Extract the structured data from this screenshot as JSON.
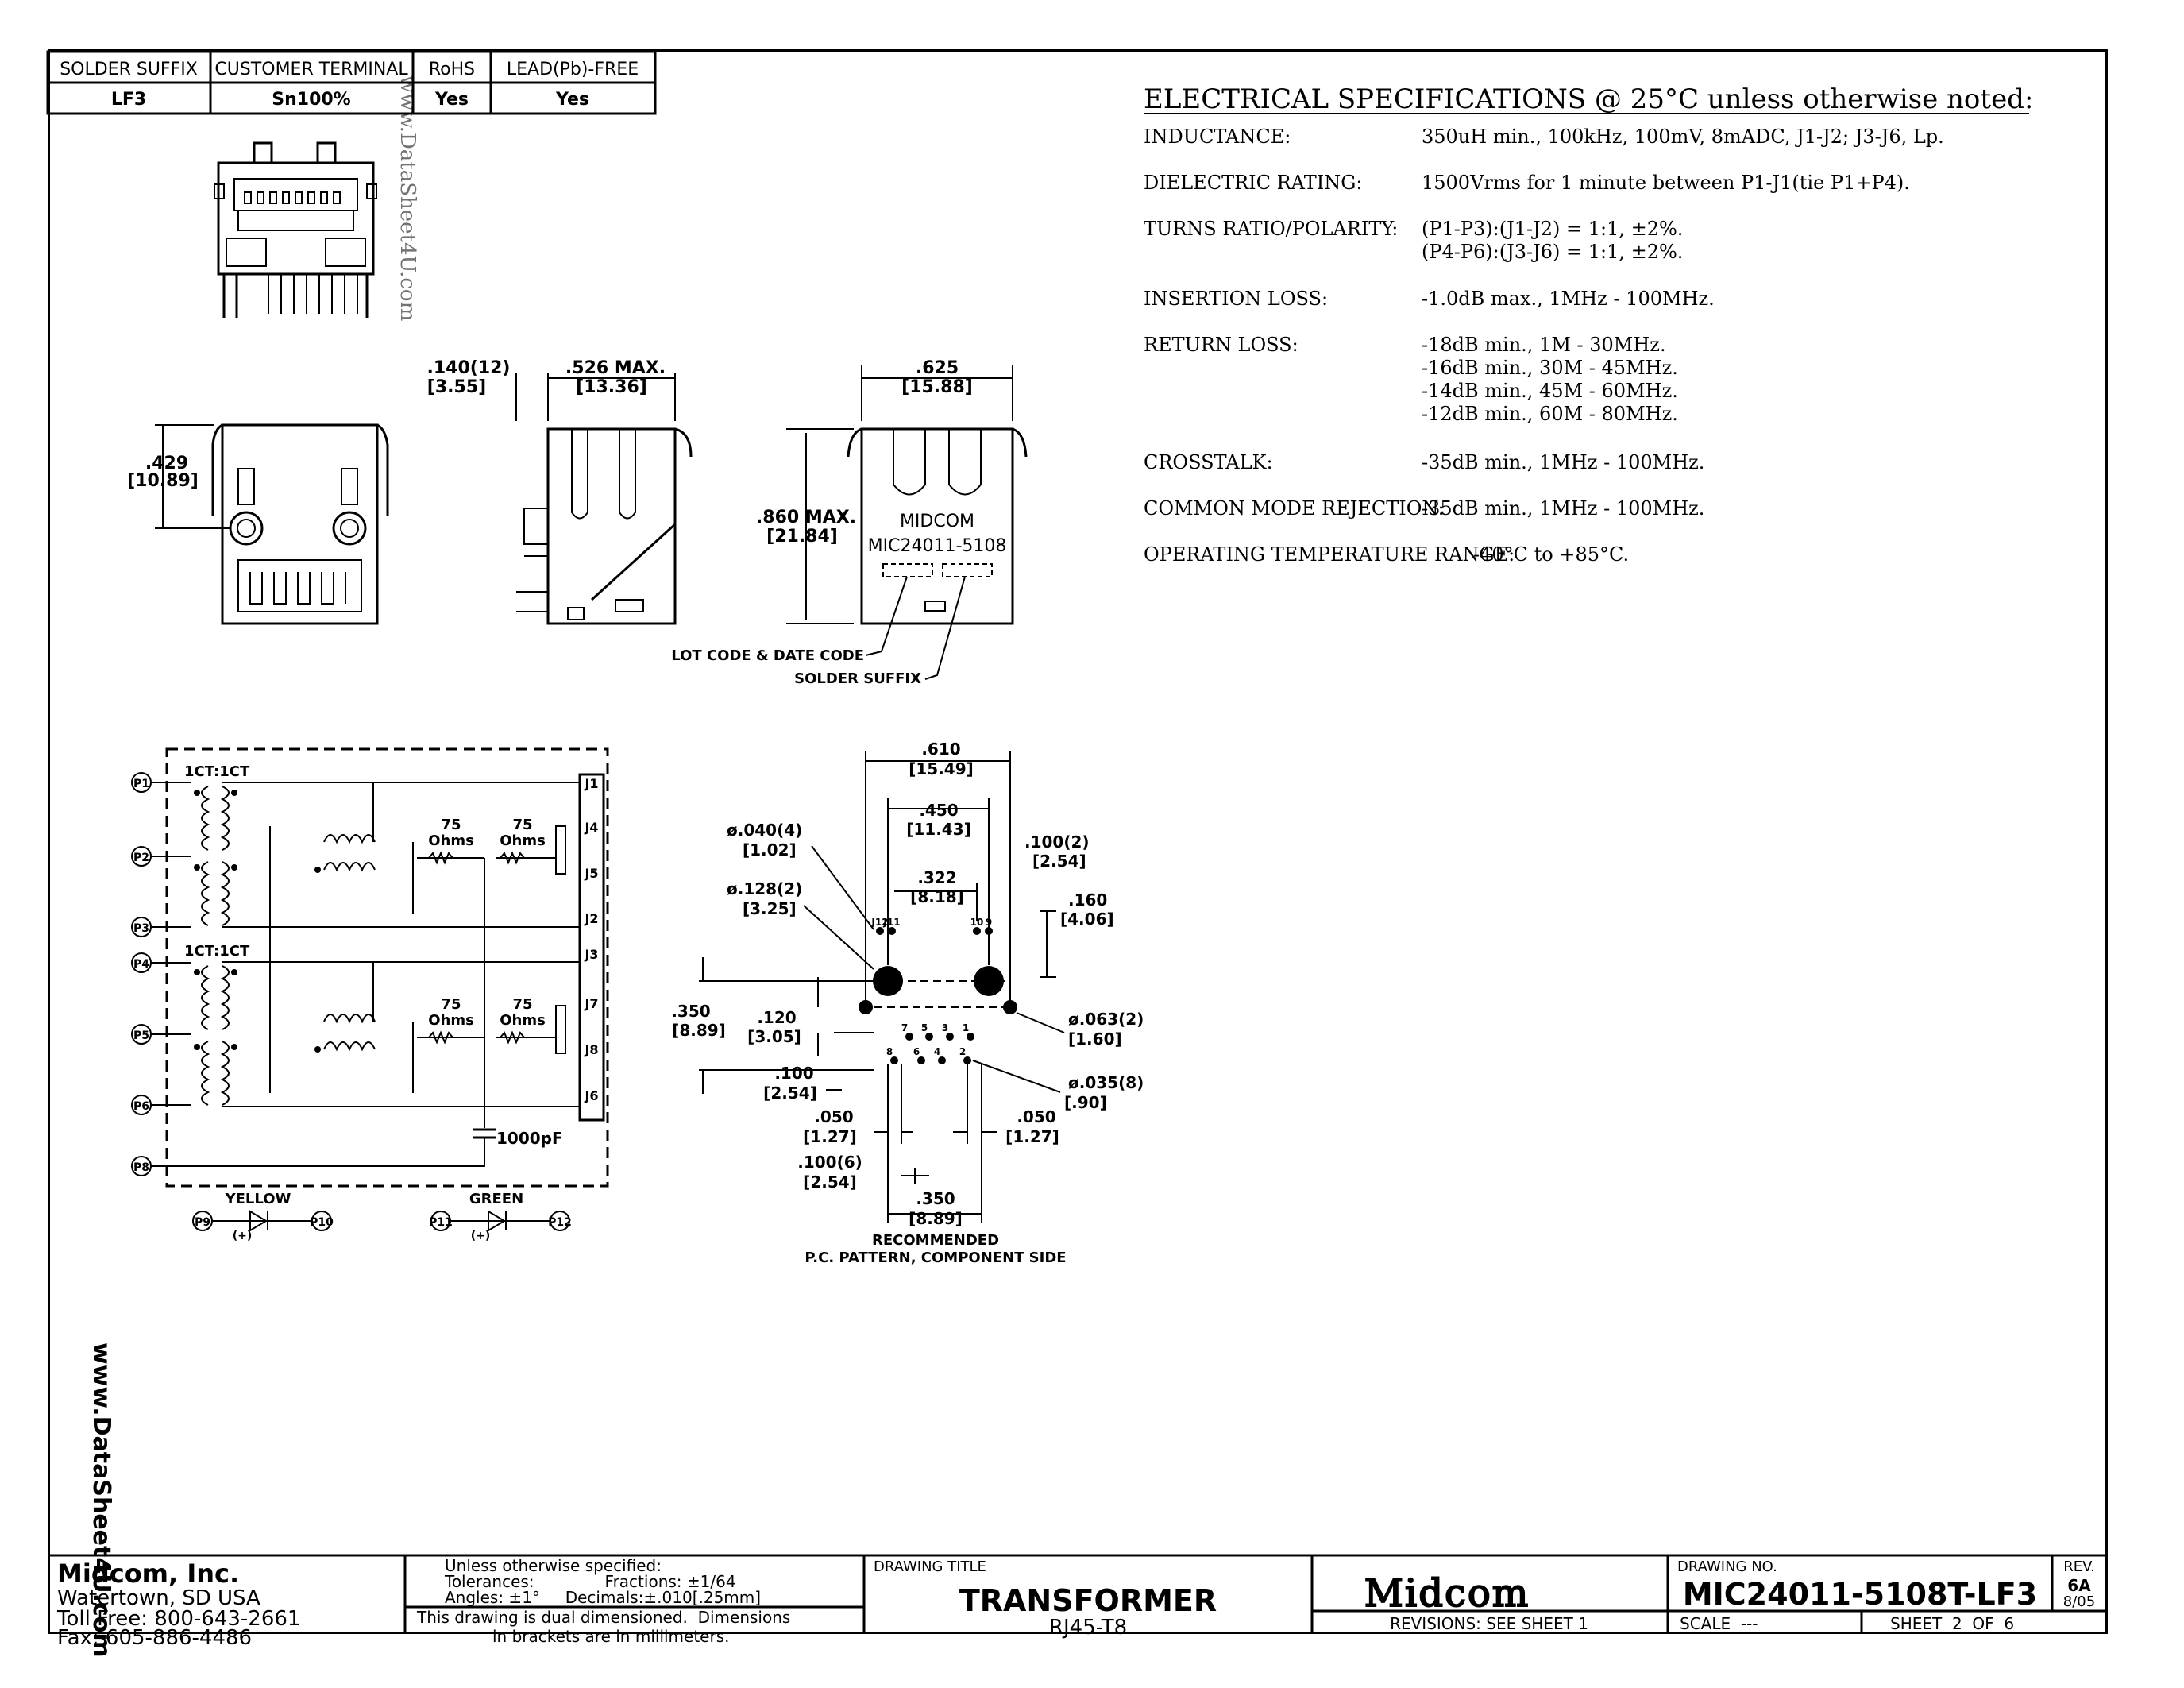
{
  "solder_table": {
    "headers": [
      "SOLDER SUFFIX",
      "CUSTOMER TERMINAL",
      "RoHS",
      "LEAD(Pb)-FREE"
    ],
    "row": [
      "LF3",
      "Sn100%",
      "Yes",
      "Yes"
    ]
  },
  "watermark": "www.DataSheet4U.com",
  "specs": {
    "title": "ELECTRICAL SPECIFICATIONS @ 25°C unless otherwise noted:",
    "items": [
      {
        "label": "INDUCTANCE:",
        "lines": [
          "350uH min., 100kHz, 100mV, 8mADC, J1-J2; J3-J6, Lp."
        ]
      },
      {
        "label": "DIELECTRIC RATING:",
        "lines": [
          "1500Vrms for 1 minute between P1-J1(tie P1+P4)."
        ]
      },
      {
        "label": "TURNS RATIO/POLARITY:",
        "lines": [
          "(P1-P3):(J1-J2) = 1:1, ±2%.",
          "(P4-P6):(J3-J6) = 1:1, ±2%."
        ]
      },
      {
        "label": "INSERTION LOSS:",
        "lines": [
          "-1.0dB max., 1MHz - 100MHz."
        ]
      },
      {
        "label": "RETURN LOSS:",
        "lines": [
          "-18dB min., 1M - 30MHz.",
          "-16dB min., 30M - 45MHz.",
          "-14dB min., 45M - 60MHz.",
          "-12dB min., 60M - 80MHz."
        ]
      },
      {
        "label": "CROSSTALK:",
        "lines": [
          "-35dB min., 1MHz - 100MHz."
        ]
      },
      {
        "label": "COMMON MODE REJECTION:",
        "lines": [
          "-35dB min., 1MHz - 100MHz."
        ]
      },
      {
        "label": "OPERATING TEMPERATURE RANGE:",
        "lines": [
          "-40°C to +85°C."
        ]
      }
    ]
  },
  "mech": {
    "dim_429": ".429",
    "dim_429_mm": "[10.89]",
    "dim_140": ".140(12)",
    "dim_140_mm": "[3.55]",
    "dim_526": ".526 MAX.",
    "dim_526_mm": "[13.36]",
    "dim_625": ".625",
    "dim_625_mm": "[15.88]",
    "dim_860": ".860 MAX.",
    "dim_860_mm": "[21.84]",
    "brand": "MIDCOM",
    "part": "MIC24011-5108",
    "lot_label": "LOT CODE & DATE CODE",
    "solder_label": "SOLDER SUFFIX"
  },
  "schematic": {
    "ratio1": "1CT:1CT",
    "ratio2": "1CT:1CT",
    "pins_left": [
      "P1",
      "P2",
      "P3",
      "P4",
      "P5",
      "P6",
      "P8"
    ],
    "pins_right": [
      "J1",
      "J4",
      "J5",
      "J2",
      "J3",
      "J7",
      "J8",
      "J6"
    ],
    "r1": "75",
    "r1_unit": "Ohms",
    "r2": "75",
    "r2_unit": "Ohms",
    "r3": "75",
    "r3_unit": "Ohms",
    "r4": "75",
    "r4_unit": "Ohms",
    "cap": "1000pF",
    "led_yellow": "YELLOW",
    "led_green": "GREEN",
    "led_p9": "P9",
    "led_p10": "P10",
    "led_p11": "P11",
    "led_p12": "P12",
    "plus": "(+)"
  },
  "pcb": {
    "d610": ".610",
    "d610_mm": "[15.49]",
    "d450": ".450",
    "d450_mm": "[11.43]",
    "d322": ".322",
    "d322_mm": "[8.18]",
    "d100_2": ".100(2)",
    "d100_2_mm": "[2.54]",
    "d160": ".160",
    "d160_mm": "[4.06]",
    "h040": "ø.040(4)",
    "h040_mm": "[1.02]",
    "h128": "ø.128(2)",
    "h128_mm": "[3.25]",
    "d350": ".350",
    "d350_mm": "[8.89]",
    "d120": ".120",
    "d120_mm": "[3.05]",
    "h063": "ø.063(2)",
    "h063_mm": "[1.60]",
    "d100": ".100",
    "d100_mm": "[2.54]",
    "h035": "ø.035(8)",
    "h035_mm": "[.90]",
    "d050a": ".050",
    "d050a_mm": "[1.27]",
    "d050b": ".050",
    "d050b_mm": "[1.27]",
    "d100_6": ".100(6)",
    "d100_6_mm": "[2.54]",
    "d350b": ".350",
    "d350b_mm": "[8.89]",
    "cap1": "RECOMMENDED",
    "cap2": "P.C. PATTERN, COMPONENT SIDE",
    "pin_labels": [
      "J12",
      "J11",
      "10",
      "9",
      "7",
      "5",
      "3",
      "1",
      "8",
      "6",
      "4",
      "2"
    ]
  },
  "title_block": {
    "company": "Midcom, Inc.",
    "city": "Watertown, SD   USA",
    "toll": "Toll Free: 800-643-2661",
    "fax": "Fax: 605-886-4486",
    "tol1": "Unless otherwise specified:",
    "tol2": "Tolerances:              Fractions: ±1/64",
    "tol3": "Angles: ±1°     Decimals:±.010[.25mm]",
    "dual1": "This drawing is dual dimensioned.  Dimensions",
    "dual2": "in brackets are in millimeters.",
    "drawing_title_label": "DRAWING TITLE",
    "drawing_title": "TRANSFORMER",
    "drawing_subtitle": "RJ45-T8",
    "logo": "Midcom",
    "revisions": "REVISIONS: SEE SHEET 1",
    "drawing_no_label": "DRAWING NO.",
    "drawing_no": "MIC24011-5108T-LF3",
    "rev_label": "REV.",
    "rev": "6A",
    "rev_date": "8/05",
    "scale": "SCALE  ---",
    "sheet": "SHEET  2  OF  6"
  }
}
